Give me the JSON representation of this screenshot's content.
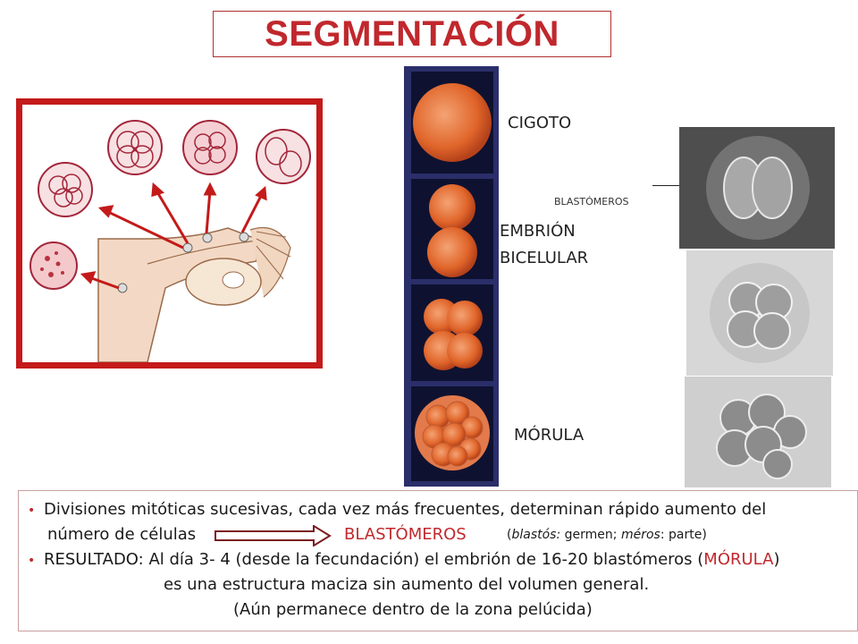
{
  "title": "SEGMENTACIÓN",
  "labels": {
    "zygote": "CIGOTO",
    "blastomeres_pointer": "BLASTÓMEROS",
    "two_cell_line1": "EMBRIÓN",
    "two_cell_line2": "BICELULAR",
    "morula": "MÓRULA"
  },
  "bullets": {
    "b1_line1": "Divisiones mitóticas sucesivas, cada vez más frecuentes, determinan rápido aumento del",
    "b1_line2_start": "número de células",
    "b1_term": "BLASTÓMEROS",
    "b1_paren_open": "(",
    "b1_w1": "blastós:",
    "b1_m1": " germen; ",
    "b1_w2": "méros",
    "b1_m2": ": parte)",
    "b2_line1_start": "RESULTADO:  Al día 3- 4 (desde la fecundación) el embrión de 16-20 blastómeros (",
    "b2_term": "MÓRULA",
    "b2_line1_end": ")",
    "b2_line2": "es una estructura maciza sin aumento del volumen general.",
    "b2_line3": "(Aún permanece dentro de la zona pelúcida)"
  },
  "colors": {
    "accent_red": "#c0282d",
    "arrow_brown": "#7a1e22",
    "strip_navy": "#2a2f6a"
  }
}
